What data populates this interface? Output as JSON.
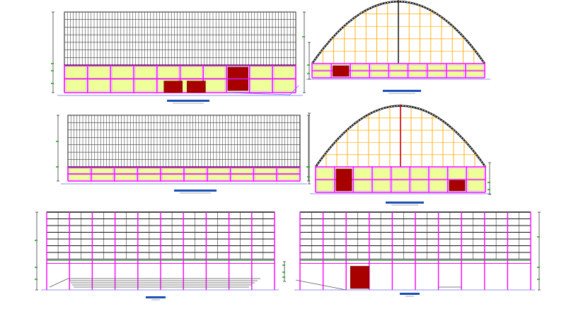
{
  "sheet": {
    "background": "#ffffff",
    "colors": {
      "roof_line": "#111111",
      "frame": "#ff00ff",
      "glazing": "#eeff99",
      "door": "#a80000",
      "truss_bar": "#ffaa00",
      "title_tag": "#1a4fb5",
      "dimension": "#222222",
      "ground": "#6a6aff",
      "green_mark": "#22aa22"
    },
    "drawings": [
      {
        "id": "side-elevation-1",
        "kind": "side-roof-elevation",
        "has_doors": true,
        "title": ""
      },
      {
        "id": "arch-elevation-1",
        "kind": "arched-end-elevation",
        "has_doors": true,
        "title": ""
      },
      {
        "id": "side-elevation-2",
        "kind": "side-roof-elevation",
        "has_doors": false,
        "title": ""
      },
      {
        "id": "arch-elevation-2",
        "kind": "arched-end-elevation",
        "has_doors": true,
        "title": ""
      },
      {
        "id": "section-1",
        "kind": "longitudinal-section",
        "has_doors": false,
        "title": ""
      },
      {
        "id": "section-2",
        "kind": "longitudinal-section",
        "has_doors": true,
        "title": ""
      }
    ]
  }
}
